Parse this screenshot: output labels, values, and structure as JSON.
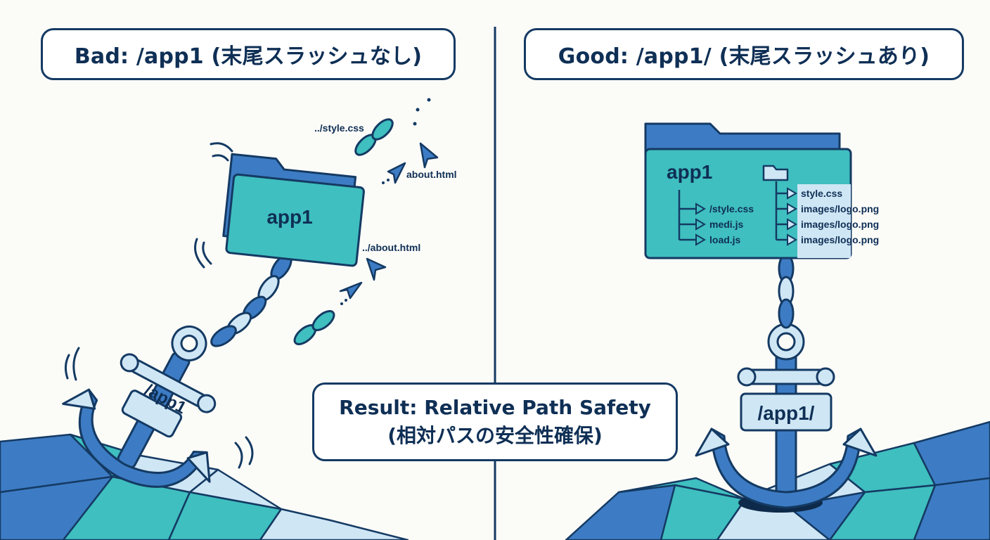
{
  "bad": {
    "heading": "Bad: /app1 (末尾スラッシュなし)",
    "folder_name": "app1",
    "anchor_tag": "/app1",
    "links": [
      "../style.css",
      "about.html",
      "../about.html"
    ]
  },
  "good": {
    "heading": "Good: /app1/ (末尾スラッシュあり)",
    "folder_name": "app1",
    "anchor_tag": "/app1/",
    "left_files": [
      "/style.css",
      "medi.js",
      "load.js"
    ],
    "right_files": [
      "style.css",
      "images/logo.png",
      "images/logo.png",
      "images/logo.png"
    ]
  },
  "result": {
    "line1": "Result: Relative Path Safety",
    "line2": "(相対パスの安全性確保)"
  },
  "colors": {
    "navy": "#143a63",
    "blue": "#3d7cc4",
    "teal": "#3fbfbf",
    "light_blue": "#cfe6f5"
  }
}
